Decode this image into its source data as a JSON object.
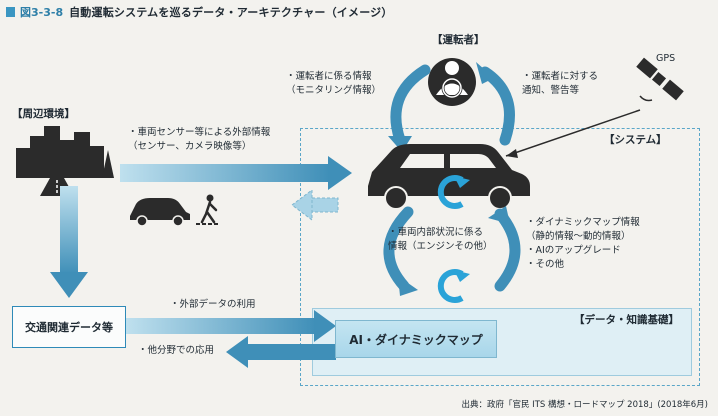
{
  "figure": {
    "number": "図3-3-8",
    "title": "自動運転システムを巡るデータ・アーキテクチャー（イメージ）"
  },
  "nodes": {
    "driver": "【運転者】",
    "environment": "【周辺環境】",
    "system": "【システム】",
    "knowledge": "【データ・知識基礎】",
    "traffic": "交通関連データ等",
    "ai_map": "AI・ダイナミックマップ",
    "gps": "GPS"
  },
  "labels": {
    "driver_info_1": "・運転者に係る情報",
    "driver_info_2": "（モニタリング情報）",
    "notify_1": "・運転者に対する",
    "notify_2": "通知、警告等",
    "external_1": "・車両センサー等による外部情報",
    "external_2": "（センサー、カメラ映像等）",
    "internal_1": "・車両内部状況に係る",
    "internal_2": "情報（エンジンその他）",
    "dynamic_1": "・ダイナミックマップ情報",
    "dynamic_2": "（静的情報～動的情報）",
    "dynamic_3": "・AIのアップグレード",
    "dynamic_4": "・その他",
    "external_use": "・外部データの利用",
    "other_use": "・他分野での応用"
  },
  "source": "出典：政府「官民 ITS 構想・ロードマップ 2018」(2018年6月)",
  "colors": {
    "accent": "#3a96c2",
    "arrow_fill": "#3f8fb8",
    "arrow_light": "#a9d3e6",
    "dark_icon": "#2b2b2b",
    "loop_blue": "#2aa3d8"
  }
}
